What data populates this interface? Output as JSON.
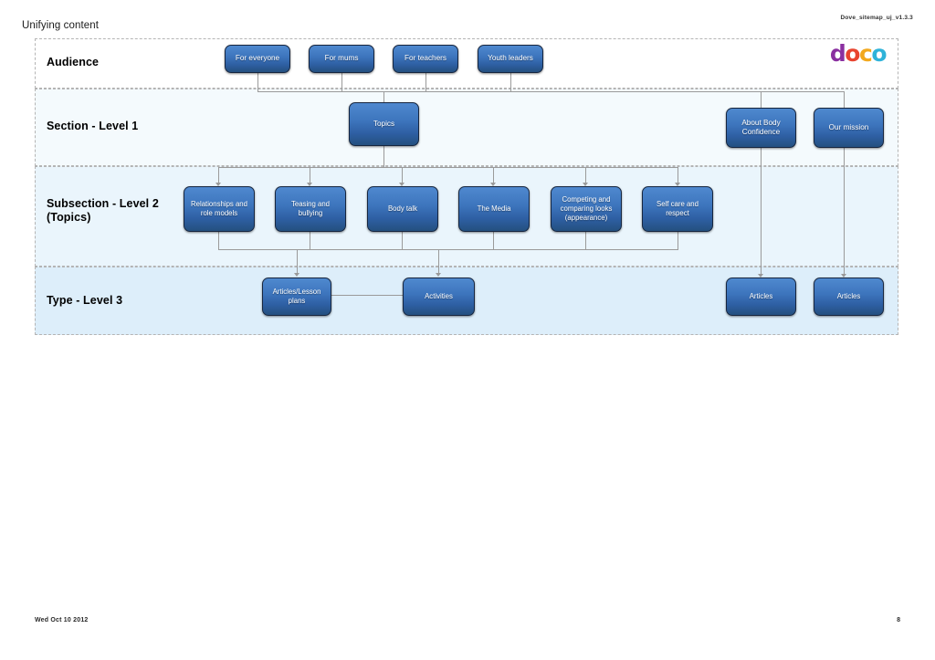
{
  "document": {
    "title": "Unifying content",
    "version_label": "Dove_sitemap_uj_v1.3.3",
    "footer_date": "Wed Oct 10 2012",
    "page_number": "8"
  },
  "logo": {
    "letters": [
      {
        "char": "d",
        "color": "#8a2fa0"
      },
      {
        "char": "o",
        "color": "#e8432e"
      },
      {
        "char": "c",
        "color": "#f2a81d"
      },
      {
        "char": "o",
        "color": "#2fb3d9"
      }
    ]
  },
  "bands": [
    {
      "label": "Audience",
      "background": "#ffffff"
    },
    {
      "label": "Section - Level 1",
      "background": "#f4fafd"
    },
    {
      "label": "Subsection - Level 2\n(Topics)",
      "background": "#eaf5fc"
    },
    {
      "label": "Type - Level 3",
      "background": "#ddeefa"
    }
  ],
  "nodes": {
    "audience": [
      {
        "label": "For everyone"
      },
      {
        "label": "For mums"
      },
      {
        "label": "For teachers"
      },
      {
        "label": "Youth leaders"
      }
    ],
    "level1": [
      {
        "label": "Topics"
      },
      {
        "label": "About Body Confidence"
      },
      {
        "label": "Our mission"
      }
    ],
    "level2": [
      {
        "label": "Relationships and role models"
      },
      {
        "label": "Teasing and bullying"
      },
      {
        "label": "Body talk"
      },
      {
        "label": "The Media"
      },
      {
        "label": "Competing and comparing looks (appearance)"
      },
      {
        "label": "Self care and respect"
      }
    ],
    "level3": [
      {
        "label": "Articles/Lesson plans"
      },
      {
        "label": "Activities"
      },
      {
        "label": "Articles"
      },
      {
        "label": "Articles"
      }
    ]
  },
  "colors": {
    "node_fill_top": "#4f89cf",
    "node_fill_bottom": "#24507f",
    "node_border": "#17263f",
    "connector": "#9a9a9a",
    "band_divider": "#b4b4b4"
  }
}
